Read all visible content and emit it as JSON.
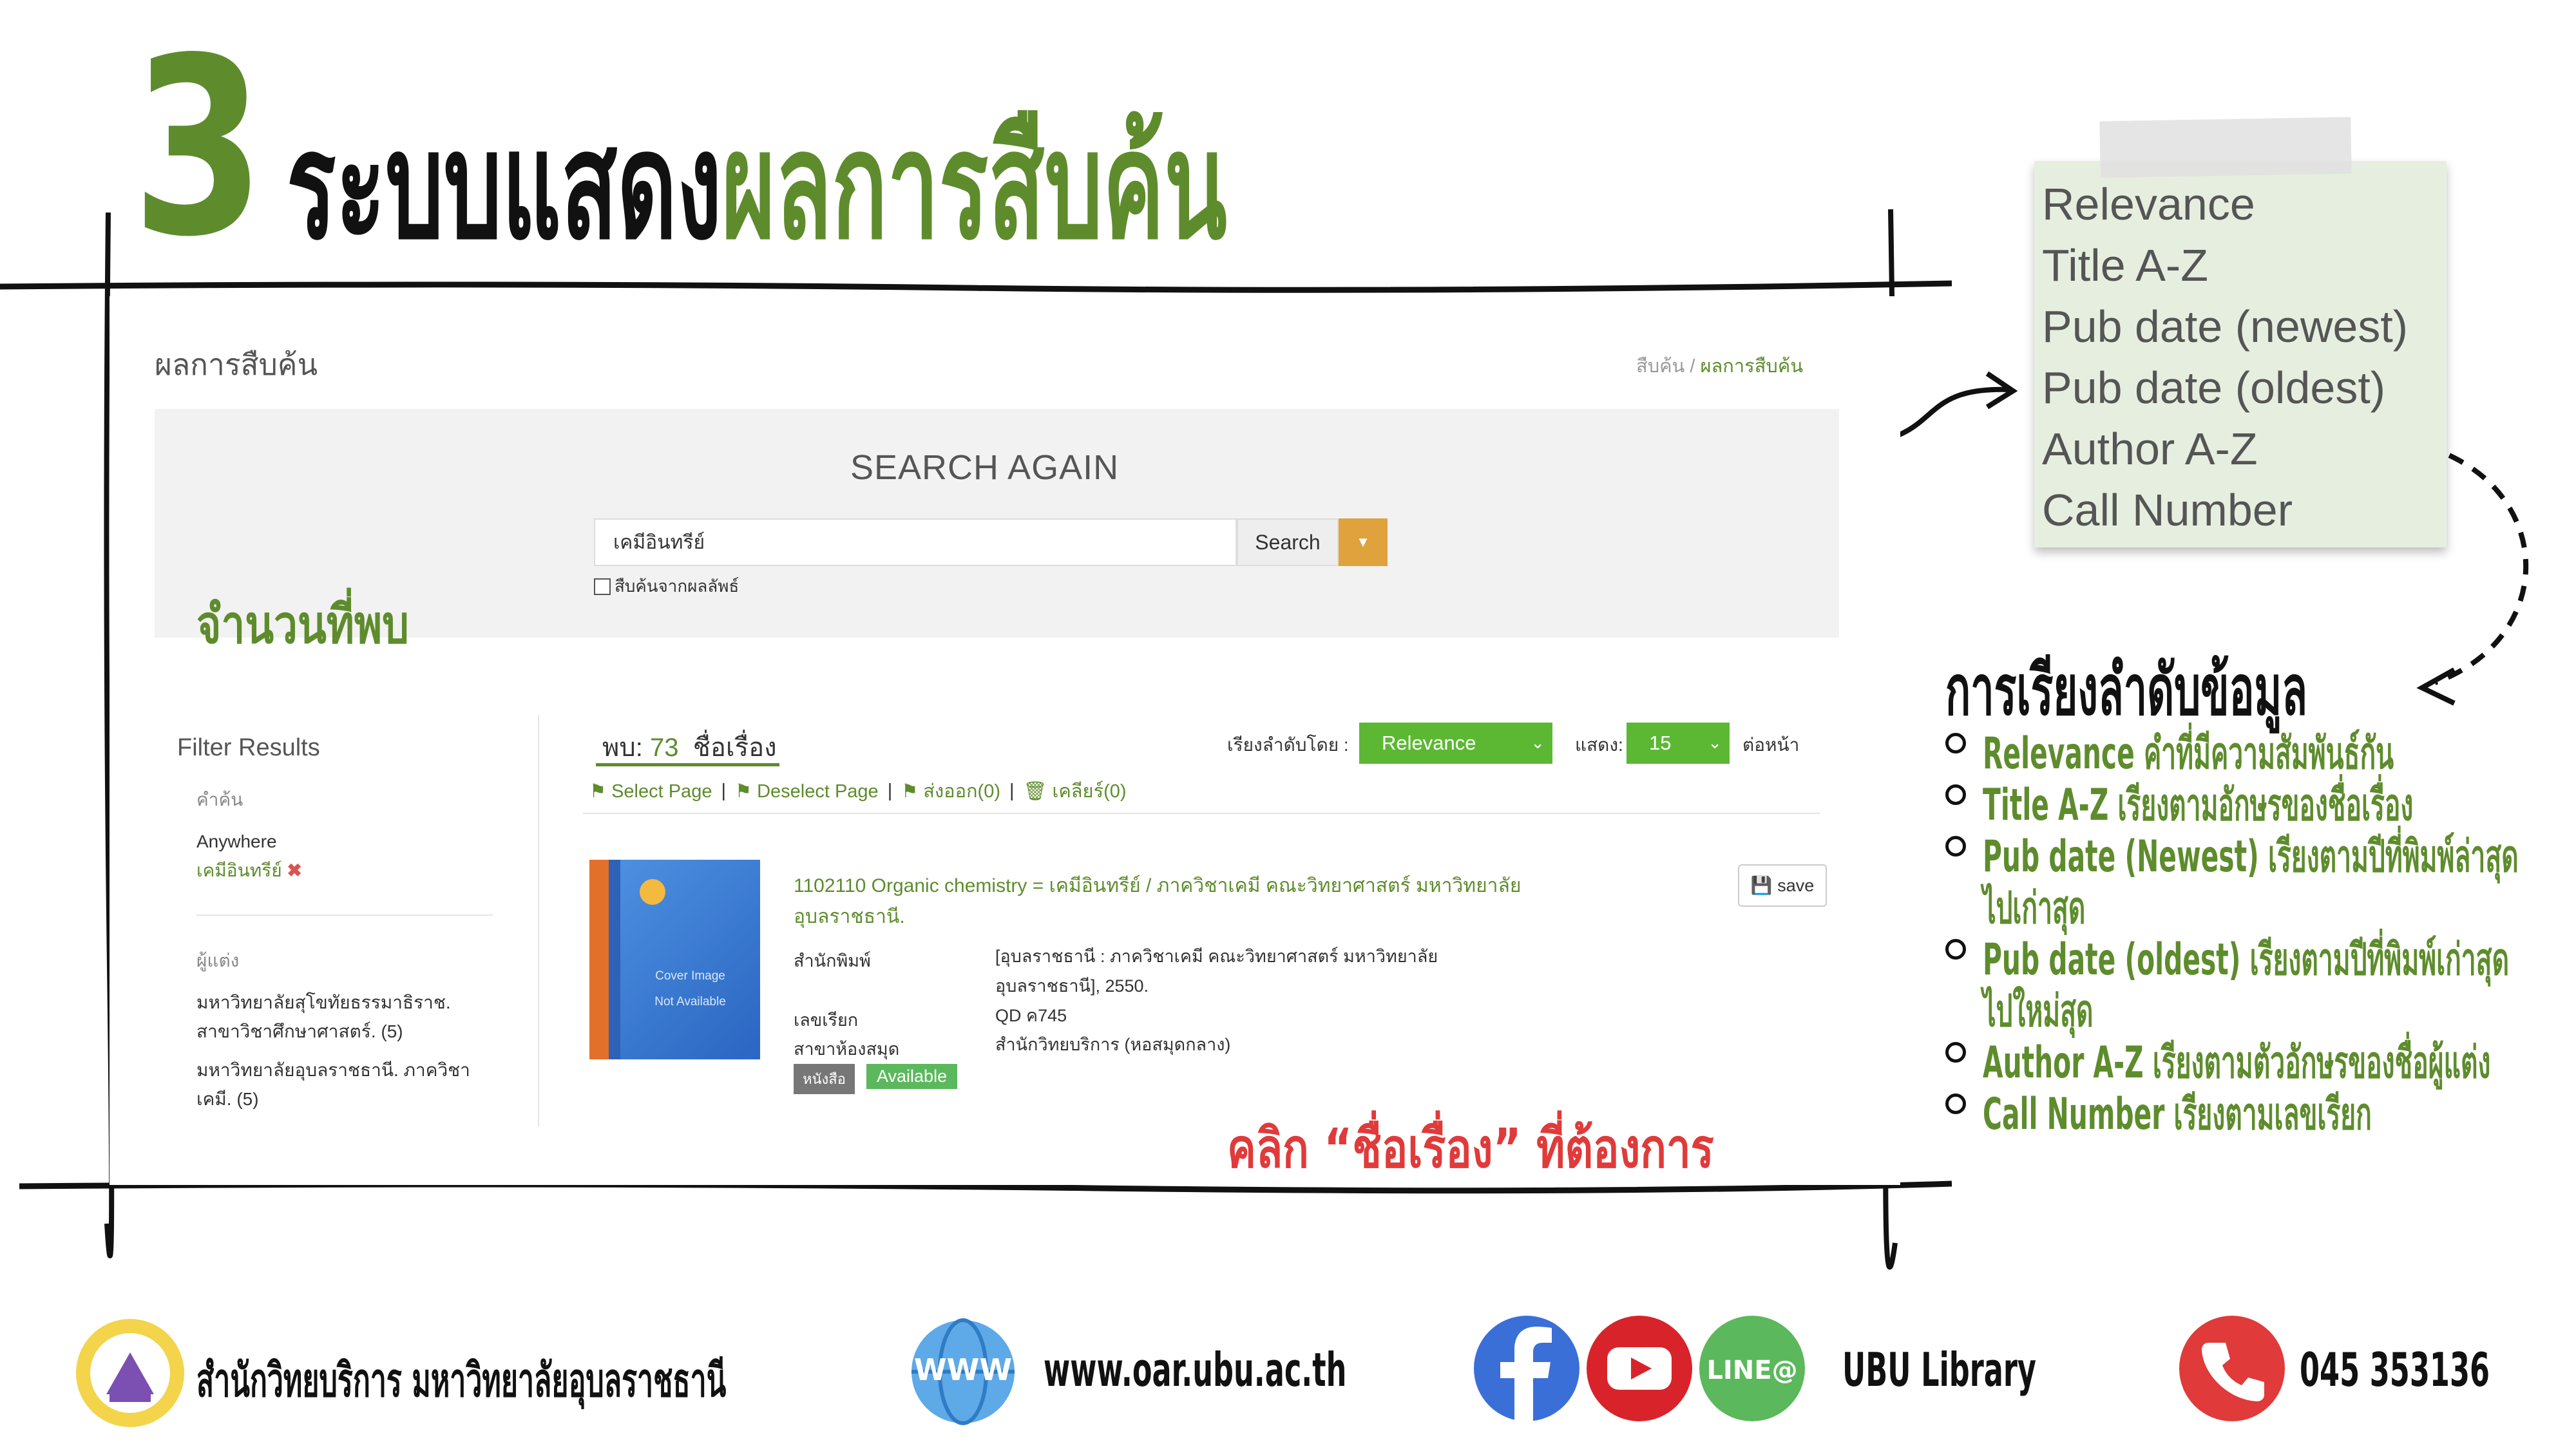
{
  "header": {
    "step_number": "3",
    "title_black": "ระบบแสดง",
    "title_green": "ผลการสืบค้น"
  },
  "screenshot": {
    "page_heading": "ผลการสืบค้น",
    "breadcrumb": [
      "สืบค้น",
      "/",
      "ผลการสืบค้น"
    ],
    "search_heading": "SEARCH AGAIN",
    "search_value": "เคมีอินทรีย์",
    "search_button": "Search",
    "subsearch_label": "สืบค้นจากผลลัพธ์",
    "filter": {
      "title": "Filter Results",
      "keyword_label": "คำค้น",
      "keyword_field": "Anywhere",
      "keyword_value": "เคมีอินทรีย์",
      "author_label": "ผู้แต่ง",
      "authors": [
        "มหาวิทยาลัยสุโขทัยธรรมาธิราช. สาขาวิชาศึกษาศาสตร์. (5)",
        "มหาวิทยาลัยอุบลราชธานี. ภาควิชาเคมี. (5)"
      ]
    },
    "results": {
      "found_prefix": "พบ:",
      "found_count": "73",
      "found_suffix": "ชื่อเรื่อง",
      "sort_label": "เรียงลำดับโดย :",
      "sort_value": "Relevance",
      "perpage_label": "แสดง:",
      "perpage_value": "15",
      "perpage_suffix": "ต่อหน้า",
      "actions": [
        "Select Page",
        "Deselect Page",
        "ส่งออก(0)",
        "เคลียร์(0)"
      ]
    },
    "item": {
      "cover_text_1": "Cover Image",
      "cover_text_2": "Not Available",
      "title": "1102110 Organic chemistry = เคมีอินทรีย์ / ภาควิชาเคมี คณะวิทยาศาสตร์ มหาวิทยาลัยอุบลราชธานี.",
      "publisher_label": "สำนักพิมพ์",
      "publisher_value": "[อุบลราชธานี : ภาควิชาเคมี คณะวิทยาศาสตร์ มหาวิทยาลัยอุบลราชธานี], 2550.",
      "callno_label": "เลขเรียก",
      "callno_value": "QD ค745",
      "branch_label": "สาขาห้องสมุด",
      "branch_value": "สำนักวิทยบริการ (หอสมุดกลาง)",
      "type_badge": "หนังสือ",
      "status_badge": "Available",
      "save_label": "save"
    }
  },
  "annotations": {
    "count_note": "จำนวนที่พบ",
    "click_note": "คลิก “ชื่อเรื่อง” ที่ต้องการ"
  },
  "sort_popup": {
    "options": [
      "Relevance",
      "Title A-Z",
      "Pub date (newest)",
      "Pub date (oldest)",
      "Author A-Z",
      "Call Number"
    ]
  },
  "sort_explain": {
    "heading": "การเรียงลำดับข้อมูล",
    "lines": [
      "Relevance คำที่มีความสัมพันธ์กัน",
      "Title A-Z เรียงตามอักษรของชื่อเรื่อง",
      "Pub date (Newest) เรียงตามปีที่พิมพ์ล่าสุด",
      "ไปเก่าสุด",
      "Pub date (oldest) เรียงตามปีที่พิมพ์เก่าสุด",
      "ไปใหม่สุด",
      "Author A-Z เรียงตามตัวอักษรของชื่อผู้แต่ง",
      "Call Number  เรียงตามเลขเรียก"
    ]
  },
  "footer": {
    "org": "สำนักวิทยบริการ  มหาวิทยาลัยอุบลราชธานี",
    "www_icon_text": "WWW",
    "website": "www.oar.ubu.ac.th",
    "line_icon_text": "LINE@",
    "social": "UBU Library",
    "phone": "045 353136"
  },
  "colors": {
    "accent_green": "#5e8c2d",
    "button_green": "#5cb833",
    "orange": "#e0a23c",
    "red_note": "#e03a3a"
  }
}
